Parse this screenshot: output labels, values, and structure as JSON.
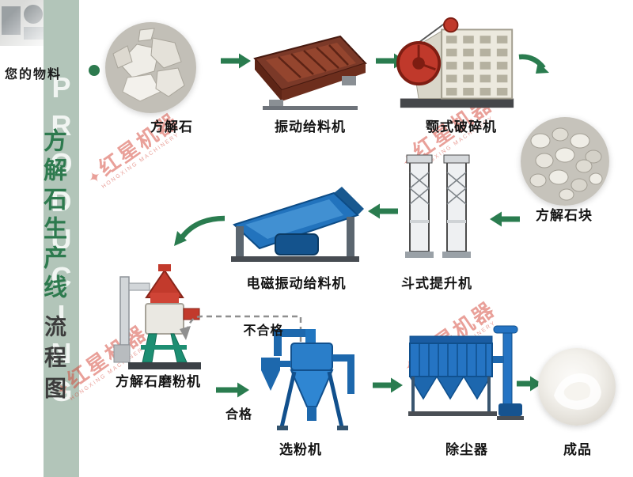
{
  "sidebar": {
    "watermark_en": "PRODUCING LINE",
    "title": "方解石生产线",
    "subtitle": "流程图"
  },
  "material": {
    "label": "您的物料"
  },
  "brand": {
    "name": "红星机器",
    "sub": "HONGXING MACHINERY",
    "star_glyph": "✦"
  },
  "flow": {
    "nodes": [
      {
        "id": "calcite",
        "label": "方解石"
      },
      {
        "id": "vibrating-feeder",
        "label": "振动给料机"
      },
      {
        "id": "jaw-crusher",
        "label": "颚式破碎机"
      },
      {
        "id": "calcite-lumps",
        "label": "方解石块"
      },
      {
        "id": "bucket-elevator",
        "label": "斗式提升机"
      },
      {
        "id": "electromagnetic-feeder",
        "label": "电磁振动给料机"
      },
      {
        "id": "grinding-mill",
        "label": "方解石磨粉机"
      },
      {
        "id": "classifier",
        "label": "选粉机"
      },
      {
        "id": "dust-collector",
        "label": "除尘器"
      },
      {
        "id": "product",
        "label": "成品"
      }
    ],
    "branch_labels": {
      "unqualified": "不合格",
      "qualified": "合格"
    }
  },
  "colors": {
    "arrow_green": "#2a7c4f",
    "title_green": "#2d7a4e",
    "strip_green": "#b2c5b9",
    "watermark_red": "#d34234"
  }
}
